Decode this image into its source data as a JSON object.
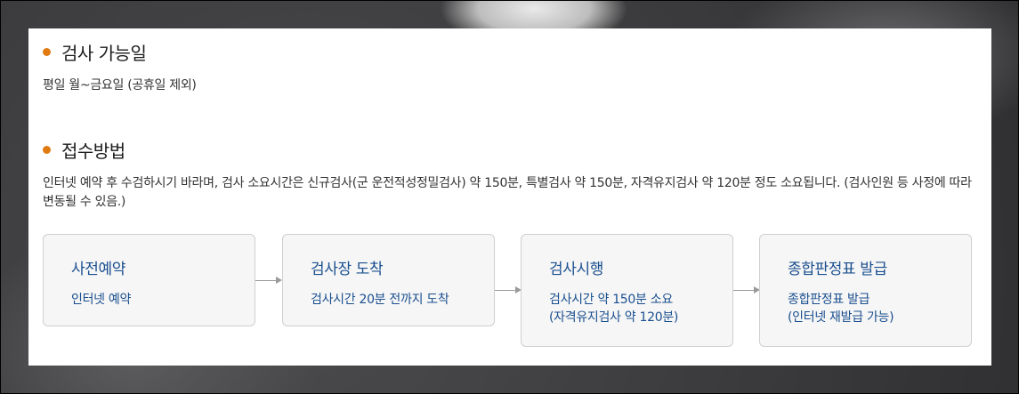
{
  "section_available": {
    "title": "검사 가능일",
    "description": "평일 월~금요일 (공휴일 제외)"
  },
  "section_method": {
    "title": "접수방법",
    "description": "인터넷 예약 후 수검하시기 바라며, 검사 소요시간은 신규검사(군 운전적성정밀검사) 약 150분, 특별검사 약 150분, 자격유지검사 약 120분 정도 소요됩니다. (검사인원 등 사정에 따라 변동될 수 있음.)"
  },
  "steps": [
    {
      "title": "사전예약",
      "line1": "인터넷 예약",
      "line2": ""
    },
    {
      "title": "검사장 도착",
      "line1": "검사시간 20분 전까지 도착",
      "line2": ""
    },
    {
      "title": "검사시행",
      "line1": "검사시간 약 150분 소요",
      "line2": "(자격유지검사 약 120분)"
    },
    {
      "title": "종합판정표 발급",
      "line1": "종합판정표 발급",
      "line2": "(인터넷 재발급 가능)"
    }
  ],
  "colors": {
    "bullet": "#e07b12",
    "step_text": "#1a4f8f",
    "step_bg": "#f6f6f6",
    "step_border": "#cfcfcf"
  },
  "icons": {
    "bullet": "orange-dot-icon",
    "connector": "arrow-right-icon"
  }
}
